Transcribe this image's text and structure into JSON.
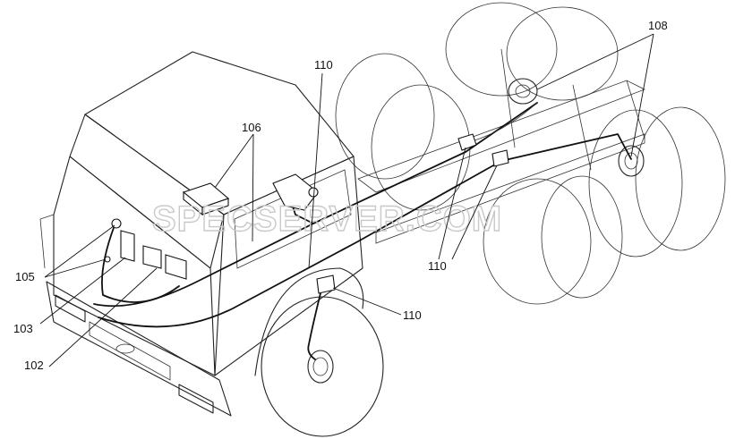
{
  "watermark": "SPECSERVER.COM",
  "callouts": {
    "c108": "108",
    "c110_top": "110",
    "c106": "106",
    "c110_mid": "110",
    "c110_bottom": "110",
    "c105": "105",
    "c103": "103",
    "c102": "102"
  }
}
